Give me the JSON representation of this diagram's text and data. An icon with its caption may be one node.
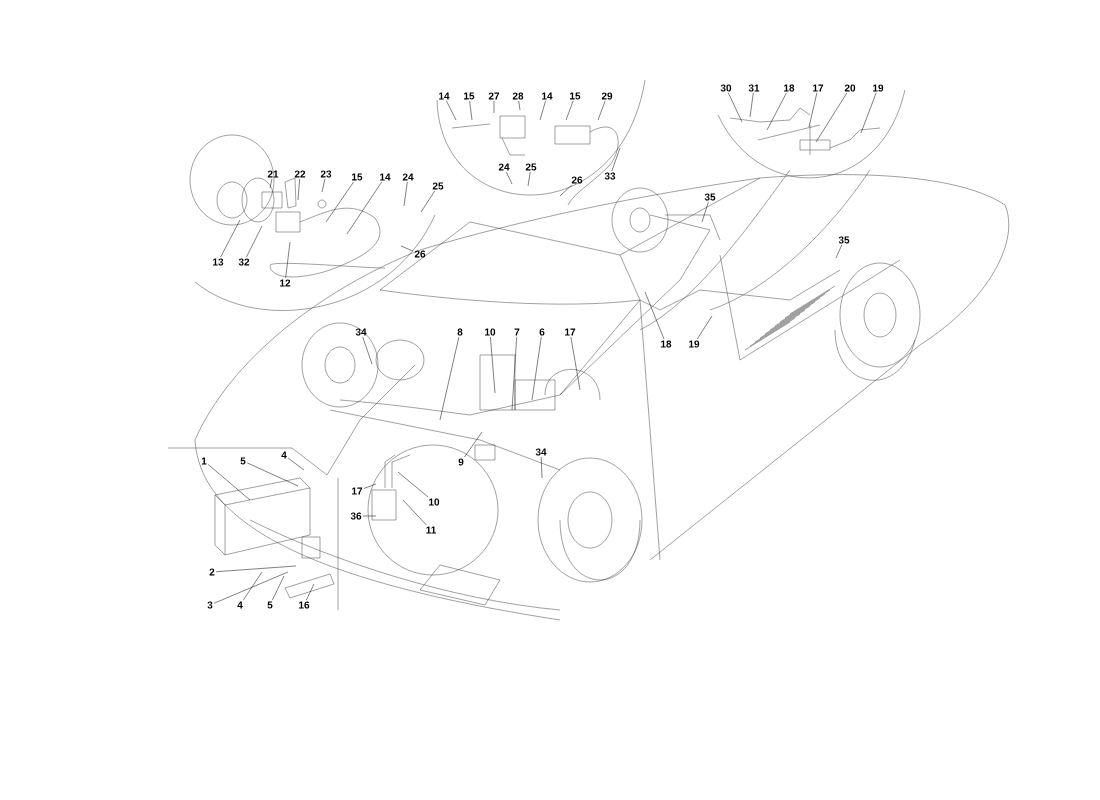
{
  "diagram": {
    "nodes": [
      {
        "text": [
          "30"
        ]
      },
      {
        "text": [
          "31"
        ]
      },
      {
        "text": [
          "18"
        ]
      },
      {
        "text": [
          "17"
        ]
      },
      {
        "text": [
          "20"
        ]
      },
      {
        "text": [
          "19"
        ]
      },
      {
        "text": [
          "14"
        ]
      },
      {
        "text": [
          "15"
        ]
      },
      {
        "text": [
          "27"
        ]
      },
      {
        "text": [
          "28"
        ]
      },
      {
        "text": [
          "14"
        ]
      },
      {
        "text": [
          "15"
        ]
      },
      {
        "text": [
          "29"
        ]
      },
      {
        "text": [
          "21"
        ]
      },
      {
        "text": [
          "22"
        ]
      },
      {
        "text": [
          "23"
        ]
      },
      {
        "text": [
          "15"
        ]
      },
      {
        "text": [
          "14"
        ]
      },
      {
        "text": [
          "24"
        ]
      },
      {
        "text": [
          "25"
        ]
      },
      {
        "text": [
          "24"
        ]
      },
      {
        "text": [
          "25"
        ]
      },
      {
        "text": [
          "33"
        ]
      },
      {
        "text": [
          "26"
        ]
      },
      {
        "text": [
          "35"
        ]
      },
      {
        "text": [
          "26"
        ]
      },
      {
        "text": [
          "35"
        ]
      },
      {
        "text": [
          "13"
        ]
      },
      {
        "text": [
          "32"
        ]
      },
      {
        "text": [
          "12"
        ]
      },
      {
        "text": [
          "34"
        ]
      },
      {
        "text": [
          "8"
        ]
      },
      {
        "text": [
          "10"
        ]
      },
      {
        "text": [
          "7"
        ]
      },
      {
        "text": [
          "6"
        ]
      },
      {
        "text": [
          "17"
        ]
      },
      {
        "text": [
          "18"
        ]
      },
      {
        "text": [
          "19"
        ]
      },
      {
        "text": [
          "9"
        ]
      },
      {
        "text": [
          "34"
        ]
      },
      {
        "text": [
          "1"
        ]
      },
      {
        "text": [
          "5"
        ]
      },
      {
        "text": [
          "4"
        ]
      },
      {
        "text": [
          "17"
        ]
      },
      {
        "text": [
          "10"
        ]
      },
      {
        "text": [
          "36"
        ]
      },
      {
        "text": [
          "11"
        ]
      },
      {
        "text": [
          "2"
        ]
      },
      {
        "text": [
          "3"
        ]
      },
      {
        "text": [
          "4"
        ]
      },
      {
        "text": [
          "5"
        ]
      },
      {
        "text": [
          "16"
        ]
      }
    ],
    "edges": [
      {
        "from": 0,
        "to": null,
        "arrow": "none"
      },
      {
        "from": 1,
        "to": null,
        "arrow": "none"
      },
      {
        "from": 2,
        "to": null,
        "arrow": "none"
      },
      {
        "from": 3,
        "to": null,
        "arrow": "none"
      },
      {
        "from": 4,
        "to": null,
        "arrow": "none"
      },
      {
        "from": 5,
        "to": null,
        "arrow": "none"
      },
      {
        "from": 6,
        "to": null,
        "arrow": "none"
      },
      {
        "from": 7,
        "to": null,
        "arrow": "none"
      },
      {
        "from": 8,
        "to": null,
        "arrow": "none"
      },
      {
        "from": 9,
        "to": null,
        "arrow": "none"
      },
      {
        "from": 10,
        "to": null,
        "arrow": "none"
      },
      {
        "from": 11,
        "to": null,
        "arrow": "none"
      },
      {
        "from": 12,
        "to": null,
        "arrow": "none"
      },
      {
        "from": 13,
        "to": null,
        "arrow": "none"
      },
      {
        "from": 14,
        "to": null,
        "arrow": "none"
      },
      {
        "from": 15,
        "to": null,
        "arrow": "none"
      },
      {
        "from": 16,
        "to": null,
        "arrow": "none"
      },
      {
        "from": 17,
        "to": null,
        "arrow": "none"
      },
      {
        "from": 18,
        "to": null,
        "arrow": "none"
      },
      {
        "from": 19,
        "to": null,
        "arrow": "none"
      },
      {
        "from": 20,
        "to": null,
        "arrow": "none"
      },
      {
        "from": 21,
        "to": null,
        "arrow": "none"
      },
      {
        "from": 22,
        "to": null,
        "arrow": "none"
      },
      {
        "from": 23,
        "to": null,
        "arrow": "none"
      },
      {
        "from": 24,
        "to": null,
        "arrow": "none"
      },
      {
        "from": 25,
        "to": null,
        "arrow": "none"
      },
      {
        "from": 26,
        "to": null,
        "arrow": "none"
      },
      {
        "from": 27,
        "to": null,
        "arrow": "none"
      },
      {
        "from": 28,
        "to": null,
        "arrow": "none"
      },
      {
        "from": 29,
        "to": null,
        "arrow": "none"
      },
      {
        "from": 30,
        "to": null,
        "arrow": "none"
      },
      {
        "from": 31,
        "to": null,
        "arrow": "none"
      },
      {
        "from": 32,
        "to": null,
        "arrow": "none"
      },
      {
        "from": 33,
        "to": null,
        "arrow": "none"
      },
      {
        "from": 34,
        "to": null,
        "arrow": "none"
      },
      {
        "from": 35,
        "to": null,
        "arrow": "none"
      },
      {
        "from": 36,
        "to": null,
        "arrow": "none"
      },
      {
        "from": 37,
        "to": null,
        "arrow": "none"
      },
      {
        "from": 38,
        "to": null,
        "arrow": "none"
      },
      {
        "from": 39,
        "to": null,
        "arrow": "none"
      },
      {
        "from": 40,
        "to": null,
        "arrow": "none"
      },
      {
        "from": 41,
        "to": null,
        "arrow": "none"
      },
      {
        "from": 42,
        "to": null,
        "arrow": "none"
      },
      {
        "from": 43,
        "to": null,
        "arrow": "none"
      },
      {
        "from": 44,
        "to": null,
        "arrow": "none"
      },
      {
        "from": 45,
        "to": null,
        "arrow": "none"
      },
      {
        "from": 46,
        "to": null,
        "arrow": "none"
      },
      {
        "from": 47,
        "to": null,
        "arrow": "none"
      },
      {
        "from": 48,
        "to": null,
        "arrow": "none"
      },
      {
        "from": 49,
        "to": null,
        "arrow": "none"
      },
      {
        "from": 50,
        "to": null,
        "arrow": "none"
      },
      {
        "from": 51,
        "to": null,
        "arrow": "none"
      }
    ]
  }
}
